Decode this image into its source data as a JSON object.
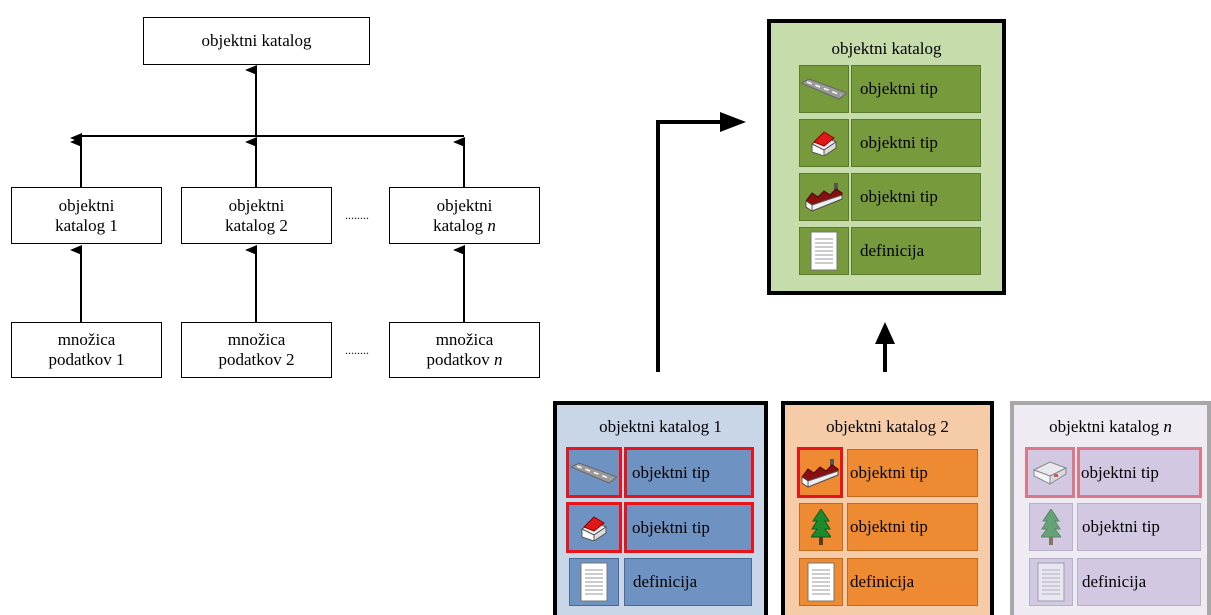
{
  "left": {
    "top": "objektni katalog",
    "catalogs": [
      {
        "line1": "objektni",
        "line2": "katalog 1",
        "n": ""
      },
      {
        "line1": "objektni",
        "line2": "katalog 2",
        "n": ""
      },
      {
        "line1": "objektni",
        "line2": "katalog ",
        "n": "n"
      }
    ],
    "datasets": [
      {
        "line1": "množica",
        "line2": "podatkov 1",
        "n": ""
      },
      {
        "line1": "množica",
        "line2": "podatkov 2",
        "n": ""
      },
      {
        "line1": "množica",
        "line2": "podatkov ",
        "n": "n"
      }
    ],
    "ellipsis": "........"
  },
  "right": {
    "merged": {
      "title": "objektni katalog",
      "rows": [
        {
          "icon": "road-icon",
          "label": "objektni tip"
        },
        {
          "icon": "house-icon",
          "label": "objektni tip"
        },
        {
          "icon": "factory-icon",
          "label": "objektni tip"
        },
        {
          "icon": "document-icon",
          "label": "definicija"
        }
      ]
    },
    "panels": [
      {
        "title": "objektni katalog 1",
        "n": "",
        "rows": [
          {
            "icon": "road-icon",
            "label": "objektni tip"
          },
          {
            "icon": "house-icon",
            "label": "objektni tip"
          },
          {
            "icon": "document-icon",
            "label": "definicija"
          }
        ]
      },
      {
        "title": "objektni katalog 2",
        "n": "",
        "rows": [
          {
            "icon": "factory-icon",
            "label": "objektni tip"
          },
          {
            "icon": "tree-icon",
            "label": "objektni tip"
          },
          {
            "icon": "document-icon",
            "label": "definicija"
          }
        ]
      },
      {
        "title": "objektni katalog ",
        "n": "n",
        "rows": [
          {
            "icon": "box-icon",
            "label": "objektni tip"
          },
          {
            "icon": "tree-icon",
            "label": "objektni tip"
          },
          {
            "icon": "document-icon",
            "label": "definicija"
          }
        ]
      }
    ]
  },
  "colors": {
    "merged_bg": "#c6dcaa",
    "merged_cell": "#769a3c",
    "p1_bg": "#c8d6e8",
    "p1_cell": "#6e92c2",
    "p2_bg": "#f6cca8",
    "p2_cell": "#ee8a32",
    "p3_bg": "#eeebf2",
    "p3_cell": "#d2c8e2",
    "highlight": "#e8141c"
  }
}
